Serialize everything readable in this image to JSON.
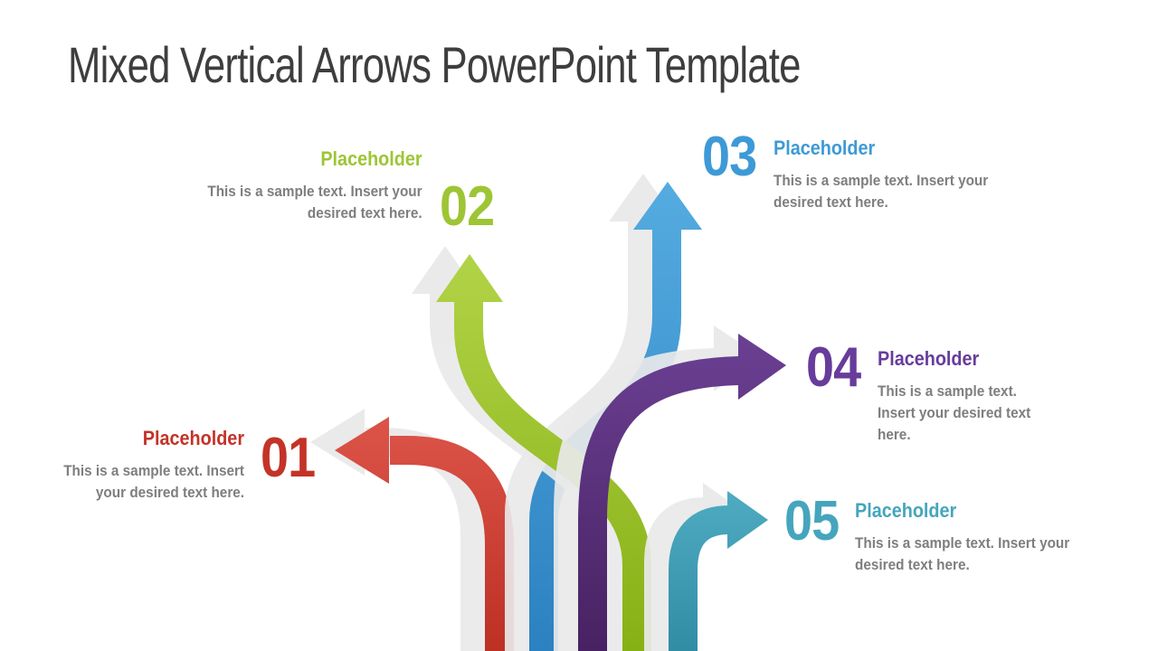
{
  "slide": {
    "title": "Mixed Vertical Arrows PowerPoint Template",
    "title_color": "#3E3E3E",
    "background": "#FFFFFF",
    "body_text_color": "#7E7E7E"
  },
  "items": [
    {
      "number": "01",
      "heading": "Placeholder",
      "color": "#C43328",
      "body_lines": [
        "This is a sample text. Insert",
        "your desired text here."
      ],
      "arrow_direction": "left"
    },
    {
      "number": "02",
      "heading": "Placeholder",
      "color": "#9DC535",
      "body_lines": [
        "This is a sample text. Insert your",
        "desired text here."
      ],
      "arrow_direction": "up"
    },
    {
      "number": "03",
      "heading": "Placeholder",
      "color": "#3D9AD6",
      "body_lines": [
        "This is a sample text. Insert your",
        "desired text here."
      ],
      "arrow_direction": "up"
    },
    {
      "number": "04",
      "heading": "Placeholder",
      "color": "#673C9B",
      "body_lines": [
        "This is a sample text.",
        "Insert your desired text",
        "here."
      ],
      "arrow_direction": "right"
    },
    {
      "number": "05",
      "heading": "Placeholder",
      "color": "#45A5BD",
      "body_lines": [
        "This is a sample text. Insert your",
        "desired text here."
      ],
      "arrow_direction": "right"
    }
  ],
  "arrows": {
    "shadow_color": "#E9E9E9",
    "colors": {
      "red": {
        "light": "#DF574B",
        "dark": "#BC2F23"
      },
      "blue": {
        "light": "#55ACE0",
        "dark": "#2B80C0"
      },
      "green": {
        "light": "#B2D347",
        "dark": "#85B014"
      },
      "purple": {
        "light": "#6A3F92",
        "dark": "#472160"
      },
      "teal": {
        "light": "#4FACC2",
        "dark": "#2E8BA2"
      }
    }
  }
}
